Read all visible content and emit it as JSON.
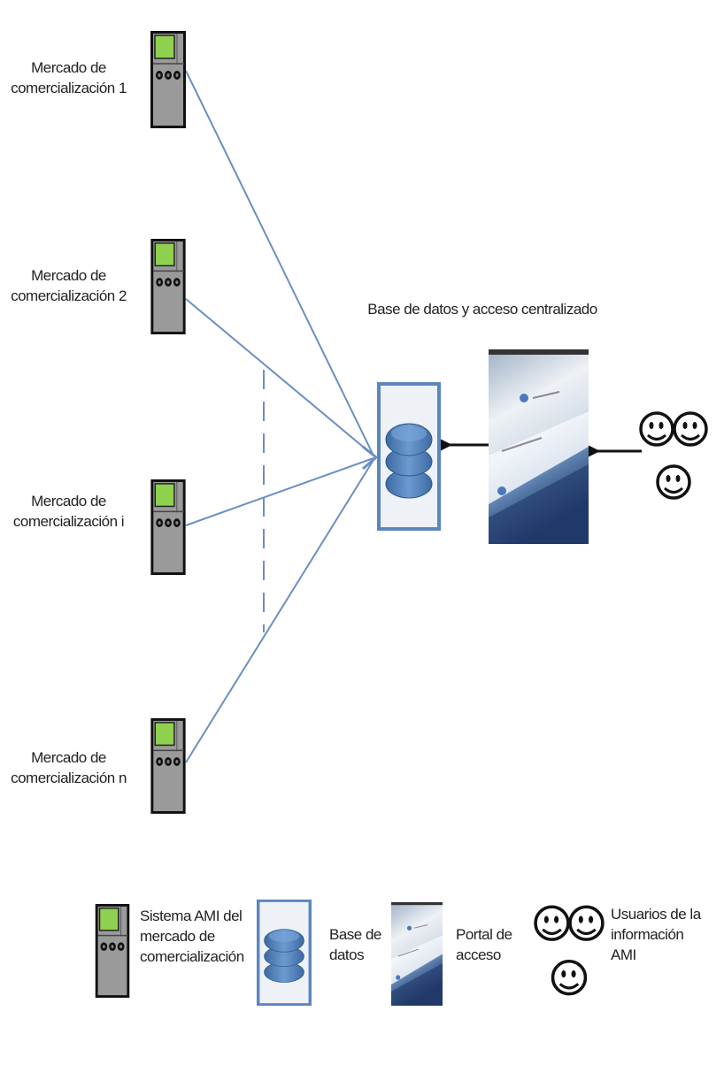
{
  "title": "Base de datos y acceso centralizado",
  "markets": [
    {
      "line1": "Mercado de",
      "line2": "comercialización 1"
    },
    {
      "line1": "Mercado de",
      "line2": "comercialización 2"
    },
    {
      "line1": "Mercado de",
      "line2": "comercialización i"
    },
    {
      "line1": "Mercado de",
      "line2": "comercialización n"
    }
  ],
  "legend": {
    "meter": [
      "Sistema AMI del",
      "mercado de",
      "comercialización"
    ],
    "database": [
      "Base de",
      "datos"
    ],
    "portal": [
      "Portal de",
      "acceso"
    ],
    "users": [
      "Usuarios de la",
      "información",
      "AMI"
    ]
  },
  "colors": {
    "line": "#6a8fc4",
    "meter_screen": "#8fd14f",
    "db": "#4f7fb8",
    "arrow": "#111111"
  }
}
